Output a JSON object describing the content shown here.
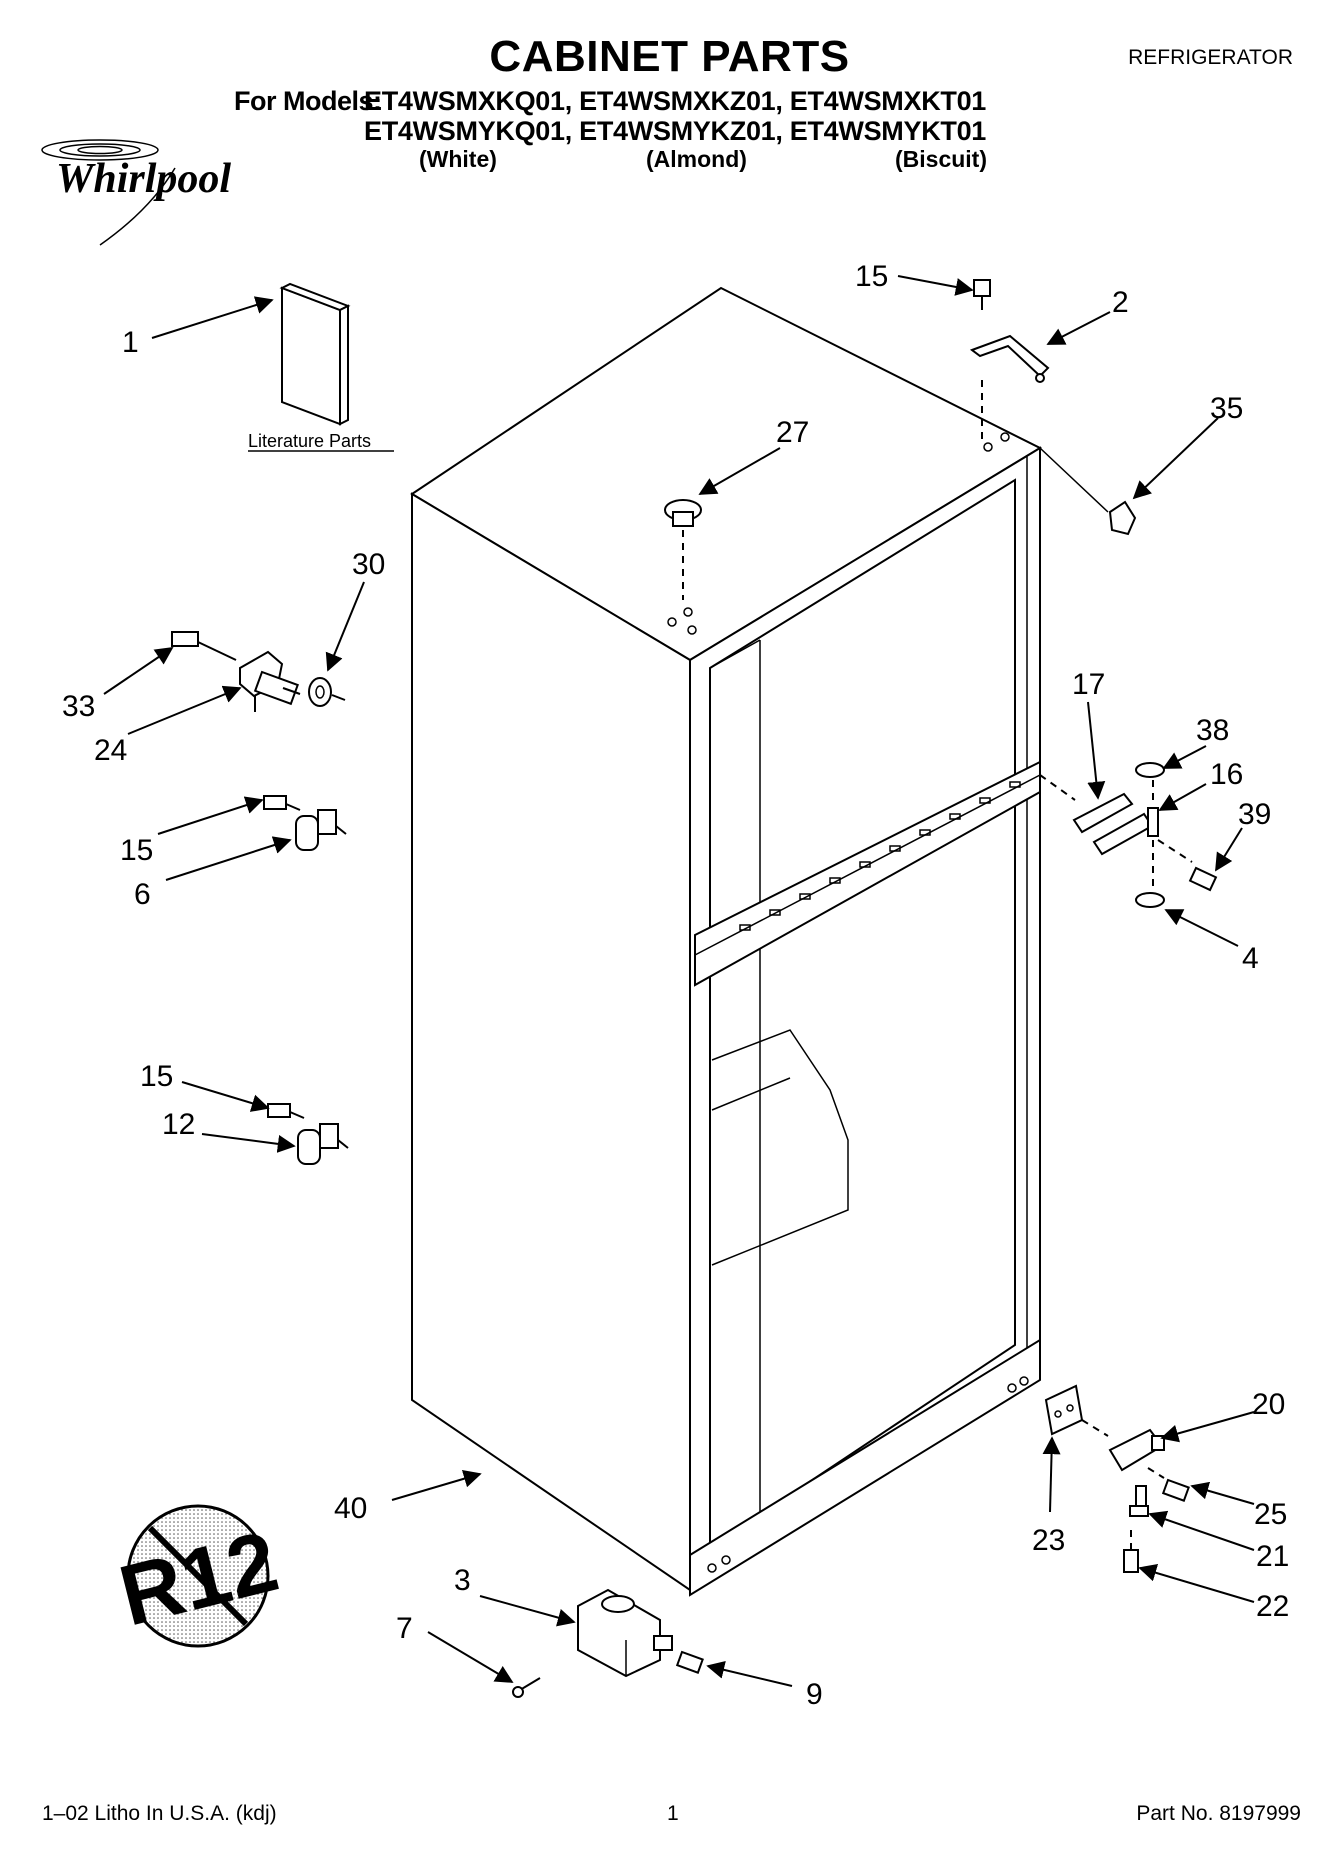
{
  "header": {
    "title": "CABINET PARTS",
    "category": "REFRIGERATOR",
    "models_label": "For Models:",
    "models_line1": "ET4WSMXKQ01, ET4WSMXKZ01, ET4WSMXKT01",
    "models_line2": "ET4WSMYKQ01, ET4WSMYKZ01, ET4WSMYKT01",
    "colors": [
      "(White)",
      "(Almond)",
      "(Biscuit)"
    ]
  },
  "logo": {
    "brand": "Whirlpool"
  },
  "diagram": {
    "literature_label": "Literature Parts",
    "no_cfc_badge": "R12",
    "callouts": {
      "c1": "1",
      "c2": "2",
      "c3": "3",
      "c4": "4",
      "c6": "6",
      "c7": "7",
      "c9": "9",
      "c12": "12",
      "c15a": "15",
      "c15b": "15",
      "c15c": "15",
      "c16": "16",
      "c17": "17",
      "c20": "20",
      "c21": "21",
      "c22": "22",
      "c23": "23",
      "c24": "24",
      "c25": "25",
      "c27": "27",
      "c30": "30",
      "c33": "33",
      "c35": "35",
      "c38": "38",
      "c39": "39",
      "c40": "40"
    }
  },
  "footer": {
    "print_info": "1–02 Litho In U.S.A. (kdj)",
    "page_number": "1",
    "part_number": "Part No. 8197999"
  }
}
